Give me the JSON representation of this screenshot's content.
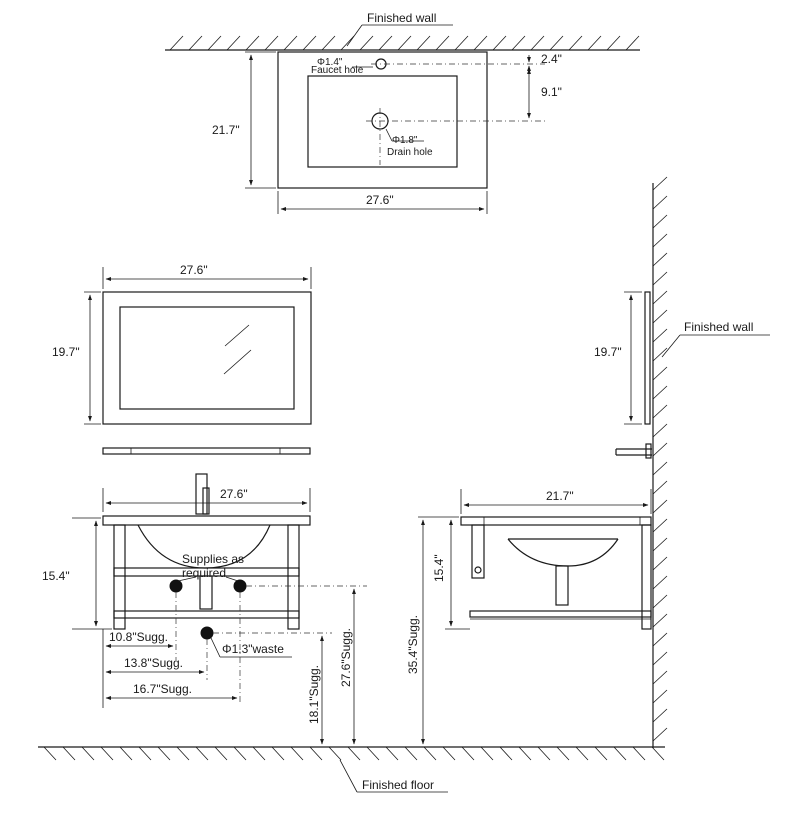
{
  "labels": {
    "finished_wall_top": "Finished wall",
    "finished_wall_side": "Finished wall",
    "finished_floor": "Finished floor"
  },
  "top_view": {
    "faucet_dia": "Φ1.4\"",
    "faucet_label": "Faucet hole",
    "drain_dia": "Φ1.8\"",
    "drain_label": "Drain hole",
    "depth": "21.7\"",
    "width": "27.6\"",
    "faucet_offset": "2.4\"",
    "drain_offset": "9.1\""
  },
  "mirror_front": {
    "width": "27.6\"",
    "height": "19.7\""
  },
  "mirror_side": {
    "height": "19.7\""
  },
  "vanity_front": {
    "width": "27.6\"",
    "height": "15.4\"",
    "supplies_line1": "Supplies as",
    "supplies_line2": "required",
    "waste": "Φ1.3\"waste",
    "dim_10_8": "10.8\"Sugg.",
    "dim_13_8": "13.8\"Sugg.",
    "dim_16_7": "16.7\"Sugg.",
    "dim_18_1": "18.1\"Sugg.",
    "dim_27_6": "27.6\"Sugg."
  },
  "vanity_side": {
    "depth": "21.7\"",
    "height": "15.4\"",
    "dim_35_4": "35.4\"Sugg."
  }
}
